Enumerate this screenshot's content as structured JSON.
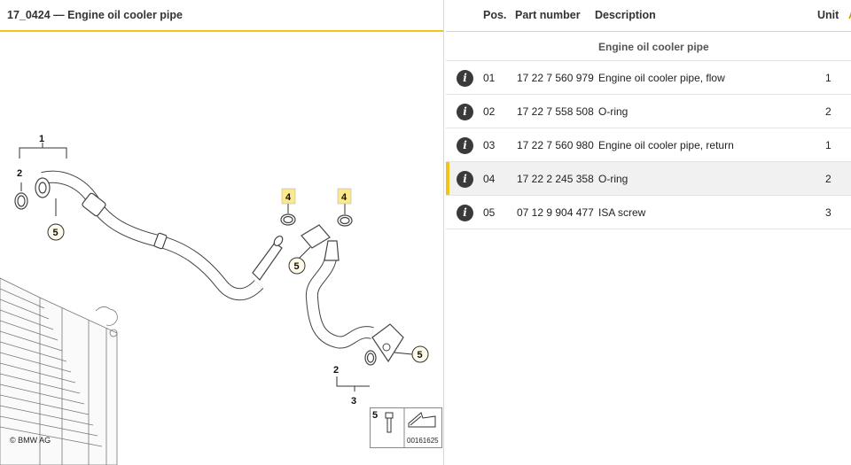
{
  "diagram": {
    "title": "17_0424 — Engine oil cooler pipe",
    "copyright": "© BMW AG",
    "diagram_id": "00161625",
    "callouts": [
      "1",
      "2",
      "5",
      "4",
      "4",
      "5",
      "2",
      "3",
      "5",
      "5"
    ]
  },
  "table": {
    "headers": {
      "pos": "Pos.",
      "part": "Part number",
      "desc": "Description",
      "unit": "Unit",
      "more": "A"
    },
    "group_title": "Engine oil cooler pipe",
    "rows": [
      {
        "pos": "01",
        "part": "17 22 7 560 979",
        "desc": "Engine oil cooler pipe, flow",
        "unit": "1",
        "selected": false
      },
      {
        "pos": "02",
        "part": "17 22 7 558 508",
        "desc": "O-ring",
        "unit": "2",
        "selected": false
      },
      {
        "pos": "03",
        "part": "17 22 7 560 980",
        "desc": "Engine oil cooler pipe, return",
        "unit": "1",
        "selected": false
      },
      {
        "pos": "04",
        "part": "17 22 2 245 358",
        "desc": "O-ring",
        "unit": "2",
        "selected": true
      },
      {
        "pos": "05",
        "part": "07 12 9 904 477",
        "desc": "ISA screw",
        "unit": "3",
        "selected": false
      }
    ],
    "info_icon": "info-icon",
    "colors": {
      "accent": "#f0c419",
      "selected_row": "#f1f1f1"
    }
  }
}
